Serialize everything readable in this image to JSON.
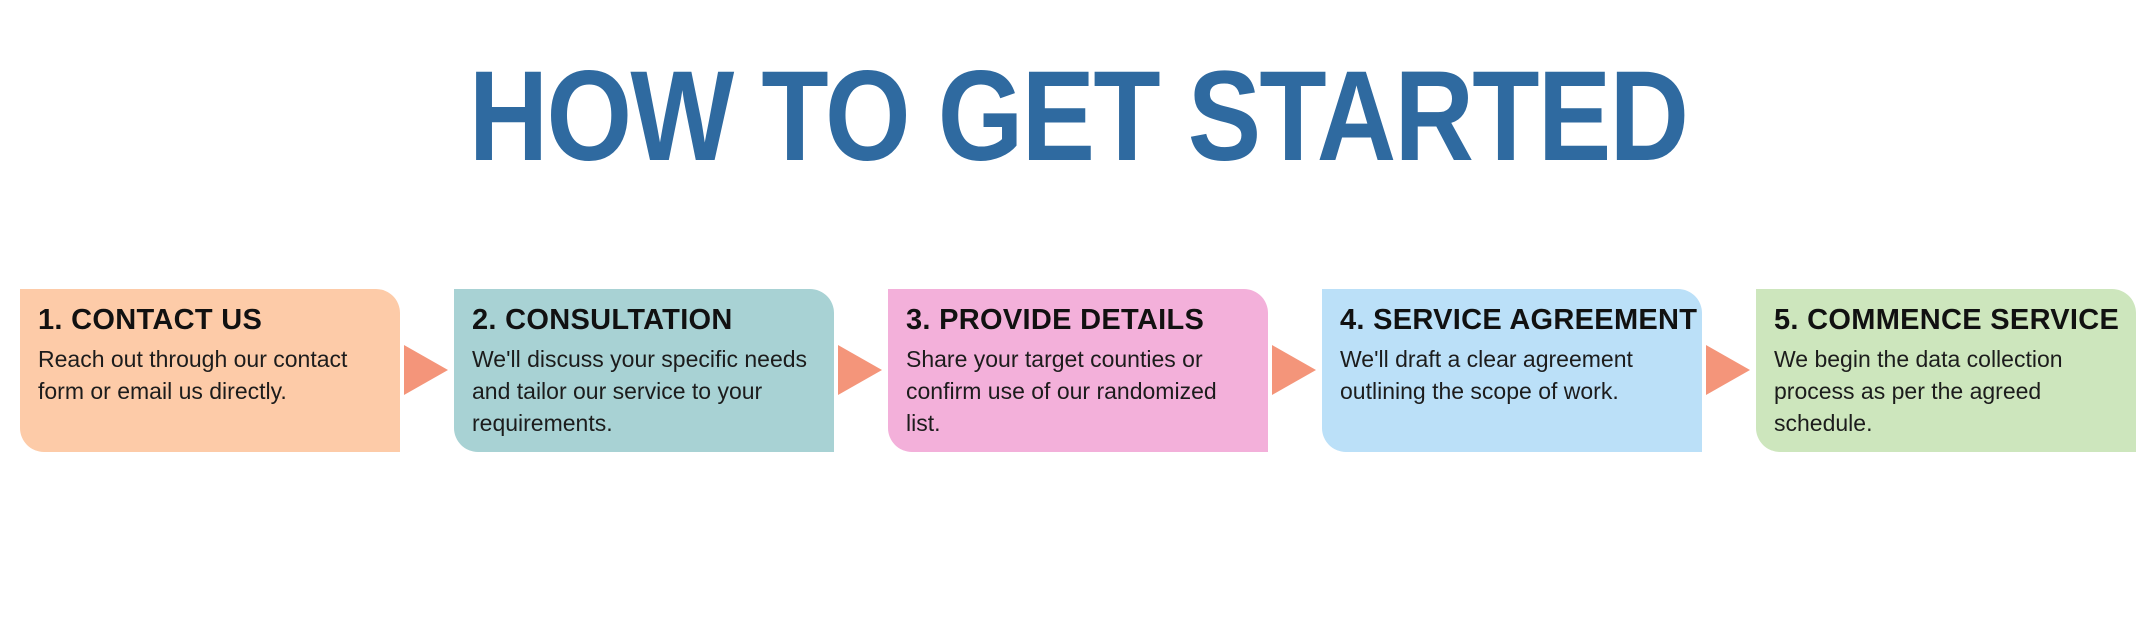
{
  "title": "HOW TO GET STARTED",
  "colors": {
    "title": "#2f6aa0",
    "arrow": "#f4957a"
  },
  "steps": [
    {
      "title": "1. CONTACT US",
      "description": "Reach out through our contact form or email us directly.",
      "color": "#fdcba8"
    },
    {
      "title": "2. CONSULTATION",
      "description": "We'll discuss your specific needs and tailor our service to your requirements.",
      "color": "#a8d2d4"
    },
    {
      "title": "3. PROVIDE DETAILS",
      "description": "Share your target counties or confirm use of our randomized list.",
      "color": "#f3b0da"
    },
    {
      "title": "4. SERVICE AGREEMENT",
      "description": "We'll draft a clear agreement outlining the scope of work.",
      "color": "#bbe0f8"
    },
    {
      "title": "5. COMMENCE SERVICE",
      "description": "We begin the data collection process as per the agreed schedule.",
      "color": "#cde6bd"
    }
  ]
}
